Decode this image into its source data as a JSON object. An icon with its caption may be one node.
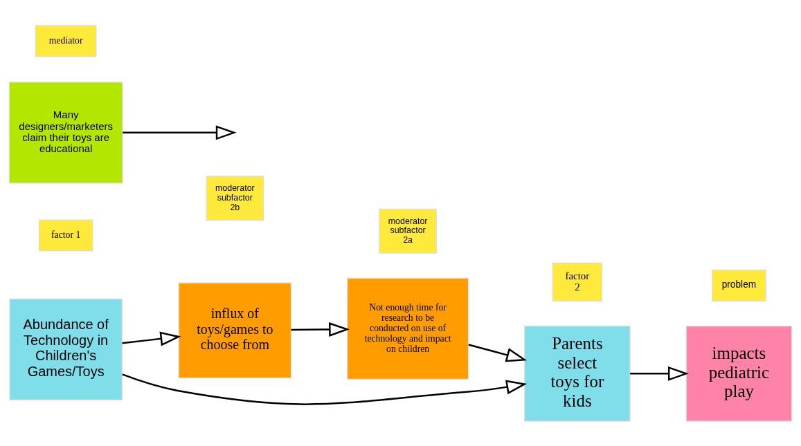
{
  "diagram": {
    "nodes": [
      {
        "text": [
          "Abundance of Technology in Children's Games/Toys"
        ]
      },
      {
        "text": [
          "factor 1"
        ]
      },
      {
        "text": [
          "influx of toys/games to choose from"
        ]
      },
      {
        "text": [
          "moderator subfactor 2b"
        ]
      },
      {
        "text": [
          "Not enough time for research to be conducted on use of technology and impact on children"
        ]
      },
      {
        "text": [
          "moderator subfactor 2a"
        ]
      },
      {
        "text": [
          "Parents select toys for kids"
        ]
      },
      {
        "text": [
          "factor 2"
        ]
      },
      {
        "text": [
          "Many designers/marketers claim their toys are educational"
        ]
      },
      {
        "text": [
          "mediator"
        ]
      },
      {
        "text": [
          "impacts pediatric play"
        ]
      },
      {
        "text": [
          "problem"
        ]
      }
    ],
    "edges": [
      {
        "from": 0,
        "to": 2,
        "arrow": "to"
      },
      {
        "from": 2,
        "to": 4,
        "arrow": "to"
      },
      {
        "from": 4,
        "to": 6,
        "arrow": "to"
      },
      {
        "from": 0,
        "to": 6,
        "arrow": "to"
      },
      {
        "from": 8,
        "to": null,
        "arrow": "to"
      },
      {
        "from": 6,
        "to": 10,
        "arrow": "to"
      }
    ]
  }
}
